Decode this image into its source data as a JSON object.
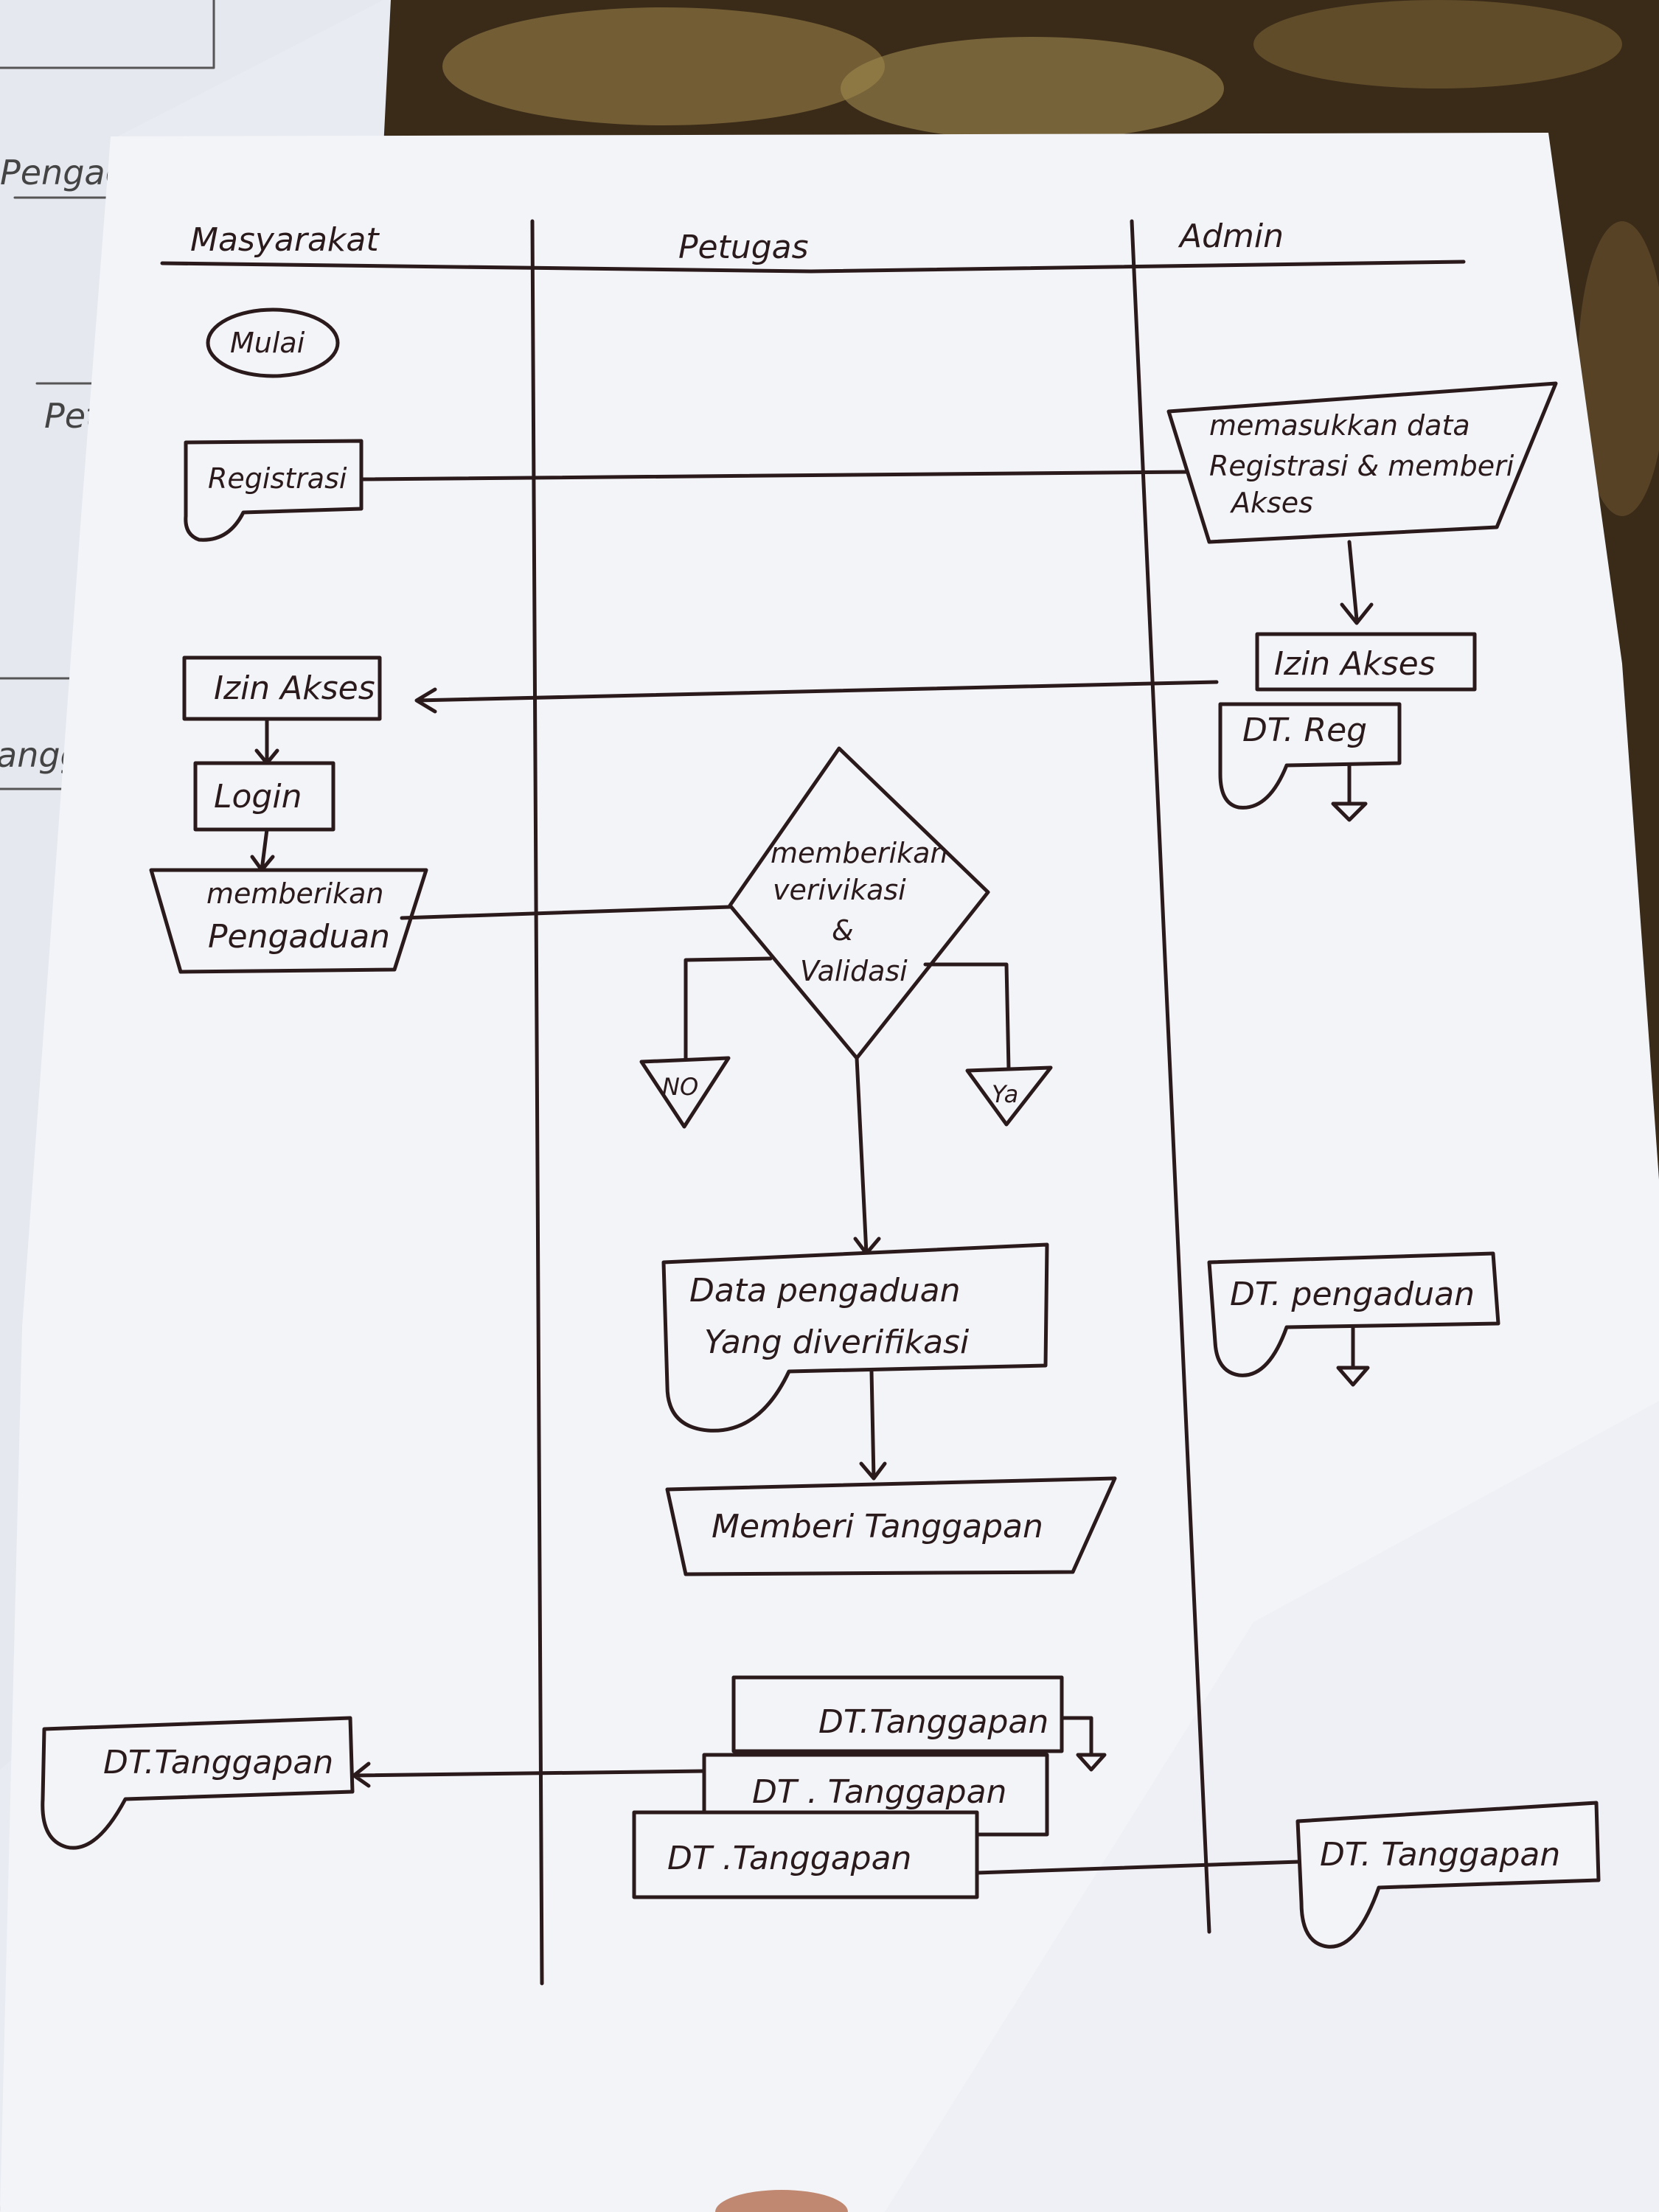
{
  "background_sheet": {
    "fragments": [
      "Pengadu",
      "Pet",
      "angg"
    ]
  },
  "lanes": [
    {
      "name": "Masyarakat"
    },
    {
      "name": "Petugas"
    },
    {
      "name": "Admin"
    }
  ],
  "nodes": {
    "start": "Mulai",
    "registrasi": "Registrasi",
    "admin_input": [
      "memasukkan data",
      "Registrasi & memberi",
      "Akses"
    ],
    "admin_izin_akses": "Izin Akses",
    "admin_dt_reg": "DT. Reg",
    "izin_akses": "Izin Akses",
    "login": "Login",
    "memberikan_pengaduan": [
      "memberikan",
      "Pengaduan"
    ],
    "decision": [
      "memberikan",
      "verivikasi",
      "&",
      "Validasi"
    ],
    "no_label": "NO",
    "yes_label": "Ya",
    "data_pengaduan": [
      "Data  pengaduan",
      "Yang  diverifikasi"
    ],
    "admin_dt_pengaduan": "DT. pengaduan",
    "memberi_tanggapan": "Memberi  Tanggapan",
    "petugas_dt_tanggapan": [
      "DT.Tanggapan",
      "DT . Tanggapan",
      "DT .Tanggapan"
    ],
    "masyarakat_dt_tanggapan": "DT.Tanggapan",
    "admin_dt_tanggapan": "DT. Tanggapan"
  },
  "colors": {
    "ink": "#2a1a1c",
    "paper": "#f3f4f8",
    "carpet": "#3a2a18"
  }
}
